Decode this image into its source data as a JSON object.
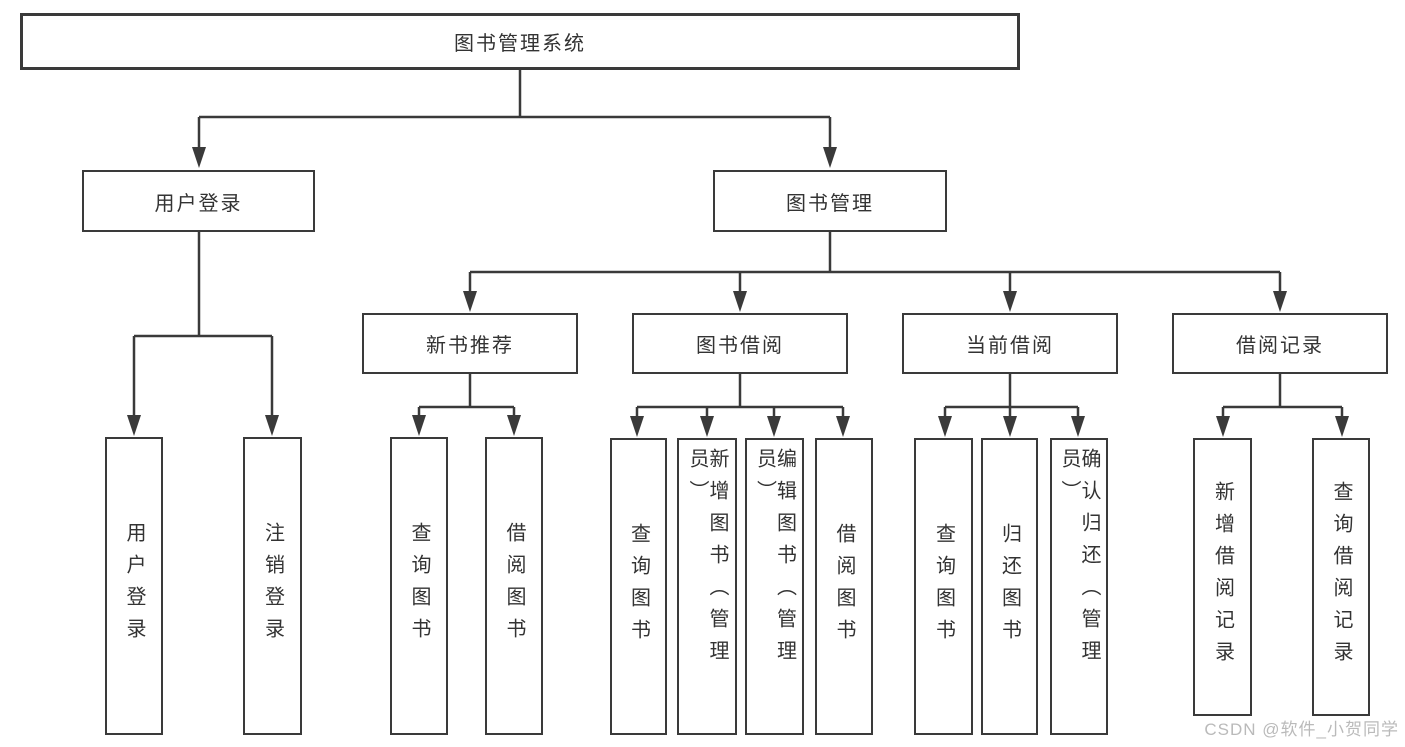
{
  "colors": {
    "background": "#ffffff",
    "line": "#3a3a3a",
    "text": "#333333",
    "watermark": "#bababa"
  },
  "nodes": {
    "root": {
      "label": "图书管理系统"
    },
    "user_login": {
      "label": "用户登录",
      "children": [
        {
          "label": "用户登录"
        },
        {
          "label": "注销登录"
        }
      ]
    },
    "book_mgmt": {
      "label": "图书管理"
    },
    "new_books": {
      "label": "新书推荐",
      "children": [
        {
          "label": "查询图书"
        },
        {
          "label": "借阅图书"
        }
      ]
    },
    "book_borrow": {
      "label": "图书借阅",
      "children": [
        {
          "label": "查询图书"
        },
        {
          "label": "新增图书（管理员）"
        },
        {
          "label": "编辑图书（管理员）"
        },
        {
          "label": "借阅图书"
        }
      ]
    },
    "current_borrow": {
      "label": "当前借阅",
      "children": [
        {
          "label": "查询图书"
        },
        {
          "label": "归还图书"
        },
        {
          "label": "确认归还（管理员）"
        }
      ]
    },
    "borrow_records": {
      "label": "借阅记录",
      "children": [
        {
          "label": "新增借阅记录"
        },
        {
          "label": "查询借阅记录"
        }
      ]
    }
  },
  "watermark": {
    "text": "CSDN @软件_小贺同学"
  }
}
